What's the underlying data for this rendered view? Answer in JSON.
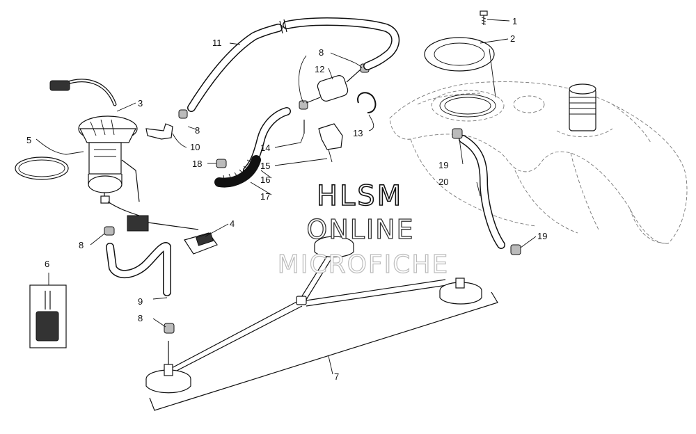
{
  "callouts": {
    "c1": "1",
    "c2": "2",
    "c3": "3",
    "c4": "4",
    "c5": "5",
    "c6": "6",
    "c7": "7",
    "c8a": "8",
    "c8b": "8",
    "c8c": "8",
    "c8d": "8",
    "c9": "9",
    "c10": "10",
    "c11": "11",
    "c12": "12",
    "c13": "13",
    "c14": "14",
    "c15": "15",
    "c16": "16",
    "c17": "17",
    "c18": "18",
    "c19a": "19",
    "c19b": "19",
    "c20": "20"
  },
  "watermark": {
    "line1": "HLSM",
    "line2": "ONLINE",
    "line3": "MICROFICHE"
  }
}
